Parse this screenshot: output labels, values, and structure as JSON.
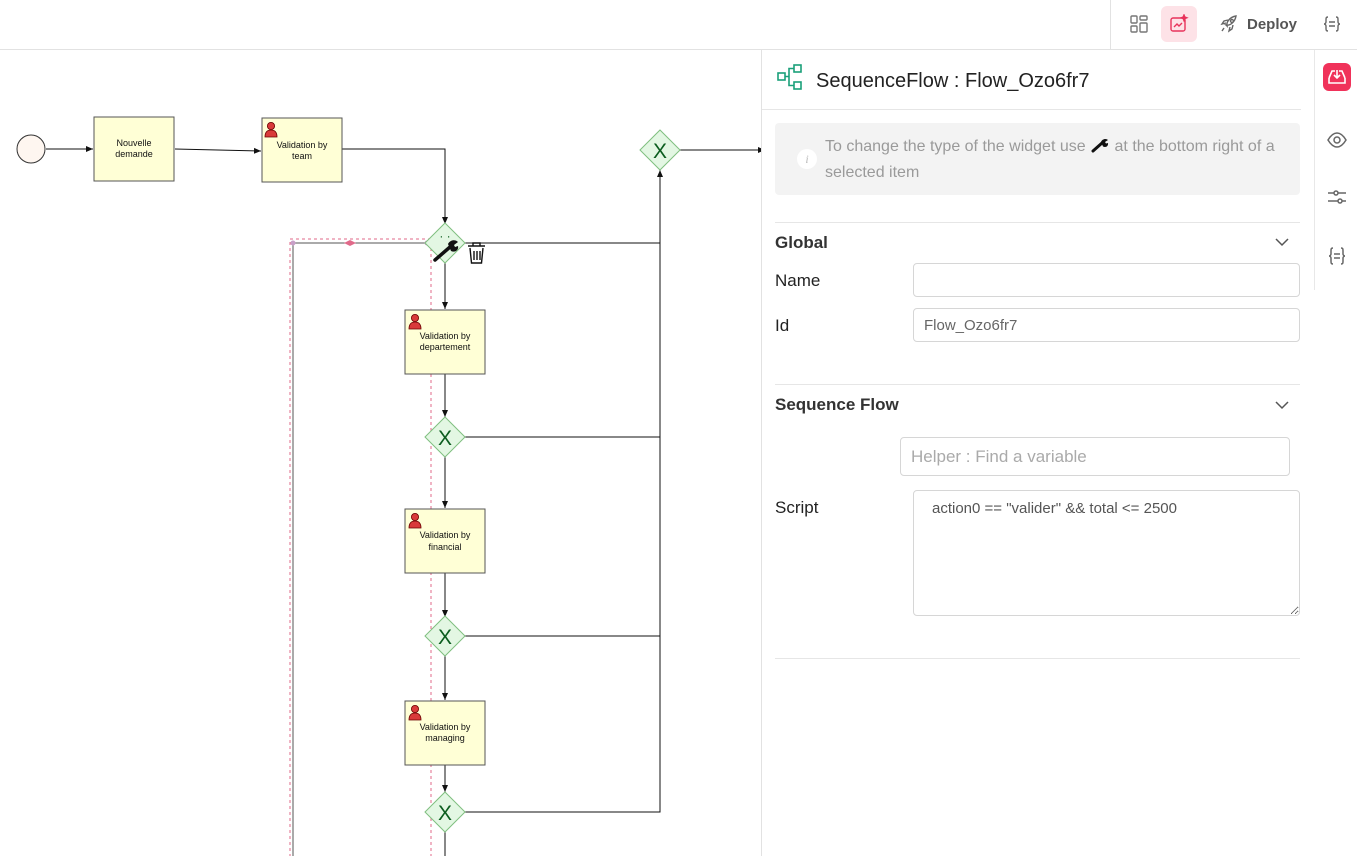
{
  "toolbar": {
    "deploy_label": "Deploy"
  },
  "diagram": {
    "tasks": {
      "nouvelle": [
        "Nouvelle",
        "demande"
      ],
      "team": [
        "Validation by",
        "team"
      ],
      "departement": [
        "Validation by",
        "departement"
      ],
      "financial": [
        "Validation by",
        "financial"
      ],
      "managing": [
        "Validation by",
        "managing"
      ]
    },
    "gateway_mark": "X"
  },
  "panel": {
    "title": "SequenceFlow : Flow_Ozo6fr7",
    "info_before": "To change the type of the widget use",
    "info_after": " at the bottom right of a selected item",
    "global": {
      "title": "Global",
      "name_label": "Name",
      "name_value": "",
      "id_label": "Id",
      "id_value": "Flow_Ozo6fr7"
    },
    "sequence_flow": {
      "title": "Sequence Flow",
      "helper_placeholder": "Helper : Find a variable",
      "script_label": "Script",
      "script_value": "action0 == \"valider\" && total <= 2500"
    }
  },
  "colors": {
    "accent": "#f0325a",
    "accent_light": "#fde2e7",
    "task_fill": "#ffffd6",
    "gateway_fill": "#e3f7e3",
    "gateway_mark": "#0b5d1e",
    "selection": "#e06a8a",
    "icon_teal": "#1aa07a"
  }
}
